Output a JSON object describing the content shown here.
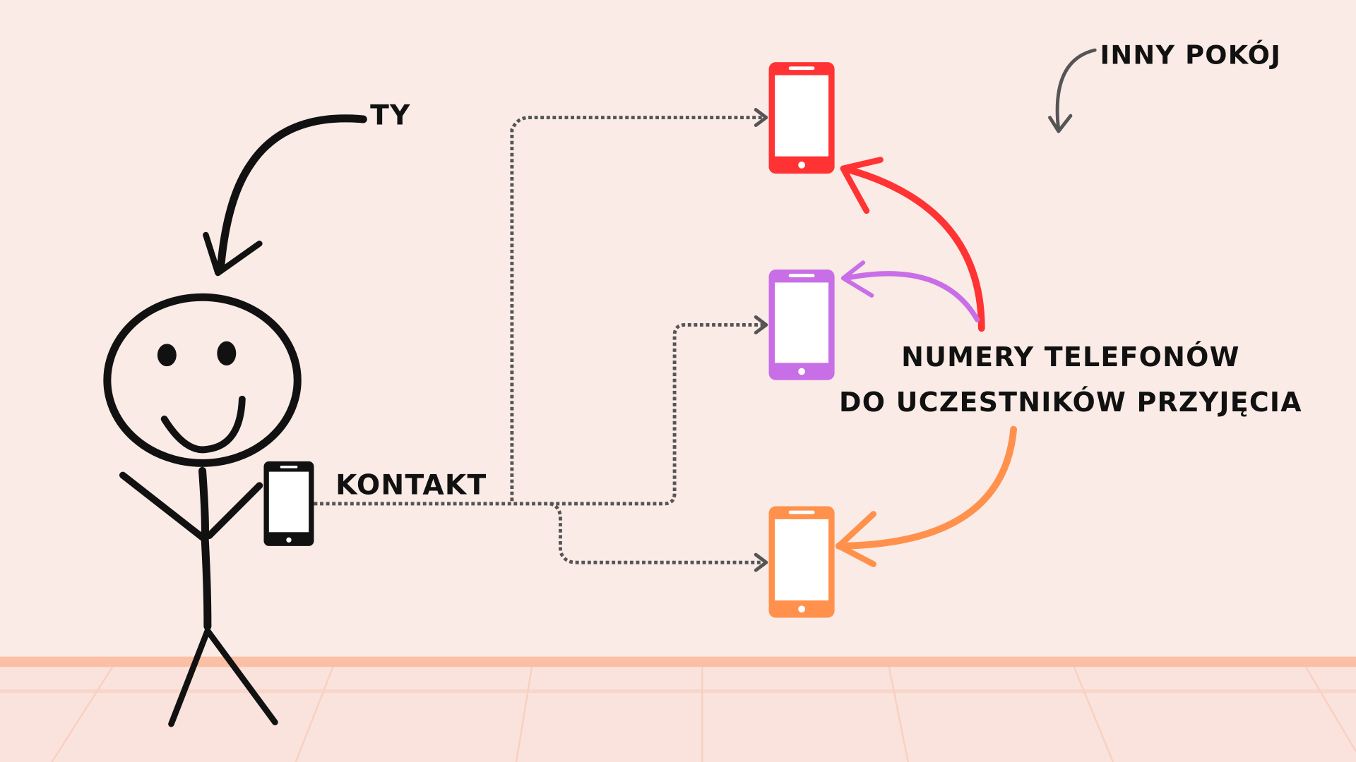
{
  "labels": {
    "you": "TY",
    "contact": "KONTAKT",
    "other_room": "INNY POKÓJ",
    "numbers_line1": "NUMERY TELEFONÓW",
    "numbers_line2": "DO UCZESTNIKÓW PRZYJĘCIA"
  },
  "colors": {
    "background": "#fbebe6",
    "floor_band": "#fbbfa6",
    "floor": "#fae3dc",
    "phone_red": "#ff3333",
    "phone_purple": "#c86ee6",
    "phone_orange": "#ff914d",
    "phone_black": "#111111",
    "connector": "#555555"
  }
}
